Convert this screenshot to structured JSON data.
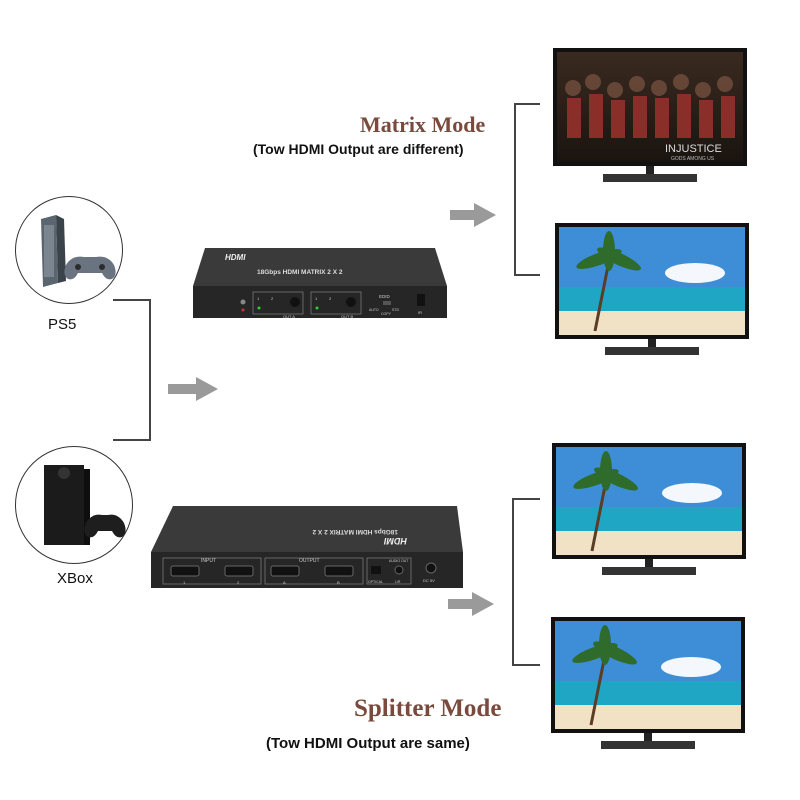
{
  "sources": {
    "ps5_label": "PS5",
    "xbox_label": "XBox"
  },
  "matrix_mode": {
    "title": "Matrix Mode",
    "subtitle": "(Tow HDMI Output are different)"
  },
  "splitter_mode": {
    "title": "Splitter Mode",
    "subtitle": "(Tow HDMI Output are same)"
  },
  "device_front": {
    "logo": "HDMI",
    "model": "18Gbps HDMI MATRIX 2 X 2",
    "out_a": "OUT A",
    "out_b": "OUT B",
    "edid": "EDID",
    "auto": "AUTO",
    "copy": "COPY",
    "std": "STD",
    "ir": "IR",
    "port1": "1",
    "port2": "2"
  },
  "device_back": {
    "logo": "HDMI",
    "model": "18Gbps HDMI MATRIX 2 X 2",
    "input": "INPUT",
    "output": "OUTPUT",
    "in1": "1",
    "in2": "2",
    "out_a": "A",
    "out_b": "B",
    "optical": "OPTICAL",
    "audio_out": "AUDIO OUT",
    "lr": "L/R",
    "dc": "DC 5V"
  },
  "tv_game": {
    "title_text": "INJUSTICE",
    "subtitle_text": "GODS AMONG US"
  },
  "colors": {
    "title": "#7a4a3c",
    "arrow": "#9a9a9a",
    "line": "#444444",
    "device": "#2b2b2b"
  }
}
